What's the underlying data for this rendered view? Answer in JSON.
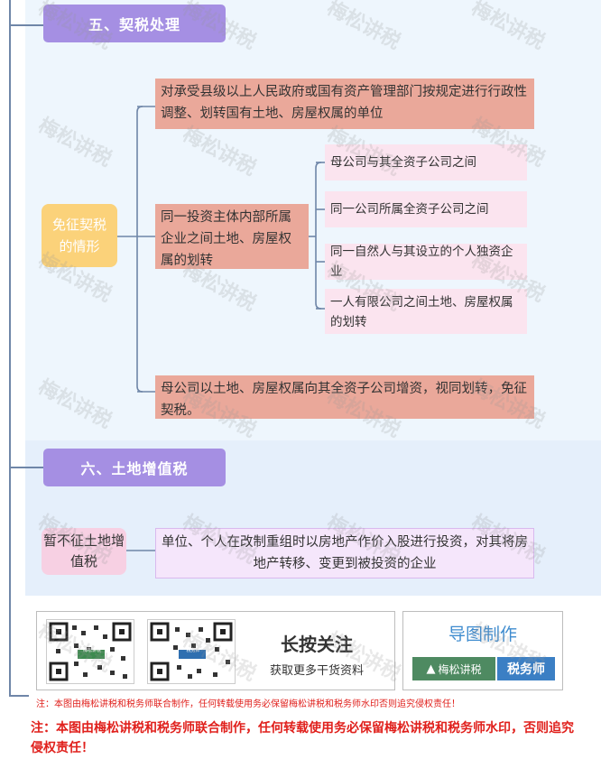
{
  "section5": {
    "title": "五、契税处理",
    "main_node": "免征契税的情形",
    "items": [
      "对承受县级以上人民政府或国有资产管理部门按规定进行行政性调整、划转国有土地、房屋权属的单位",
      "同一投资主体内部所属企业之间土地、房屋权属的划转",
      "母公司以土地、房屋权属向其全资子公司增资，视同划转，免征契税。"
    ],
    "sub_items": [
      "母公司与其全资子公司之间",
      "同一公司所属全资子公司之间",
      "同一自然人与其设立的个人独资企业",
      "一人有限公司之间土地、房屋权属的划转"
    ]
  },
  "section6": {
    "title": "六、土地增值税",
    "main_node": "暂不征土地增值税",
    "item": "单位、个人在改制重组时以房地产作价入股进行投资，对其将房地产转移、变更到被投资的企业"
  },
  "footer": {
    "follow_title": "长按关注",
    "follow_subtitle": "获取更多干货资料",
    "made_by": "导图制作",
    "brand_left": "梅松讲税",
    "brand_right": "税务师",
    "qr1_label": "梅松讲税",
    "qr2_label": "税务师"
  },
  "notice_small": "注：本图由梅松讲税和税务师联合制作，任何转载使用务必保留梅松讲税和税务师水印否则追究侵权责任！",
  "notice_big": "注：本图由梅松讲税和税务师联合制作，任何转载使用务必保留梅松讲税和税务师水印，否则追究侵权责任！",
  "watermark": "梅松讲税",
  "colors": {
    "header": "#a58fe3",
    "main_node_5": "#fbd27a",
    "main_node_6": "#f7d0e3",
    "level1": "#eaa89a",
    "level2": "#fbe4ef",
    "connector": "#6f86a8",
    "notice": "#e0201c"
  }
}
